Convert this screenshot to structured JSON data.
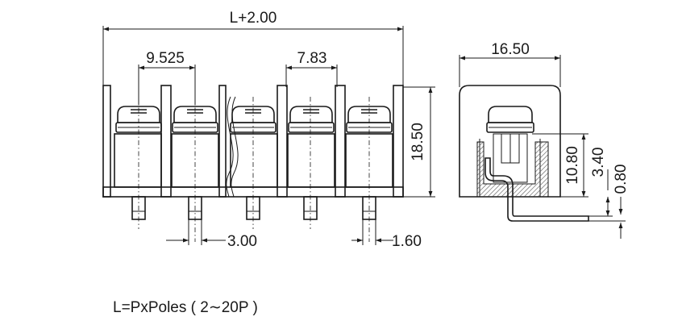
{
  "dimensions": {
    "overall_length": "L+2.00",
    "pitch": "9.525",
    "barrier_gap": "7.83",
    "height": "18.50",
    "pin_pitch": "3.00",
    "pin_width": "1.60",
    "side_width": "16.50",
    "inner_height": "10.80",
    "pin_offset": "3.40",
    "pin_thickness": "0.80"
  },
  "note": "L=PxPoles ( 2∼20P )",
  "colors": {
    "line": "#1a1a1a",
    "hatch": "#555555",
    "background": "#ffffff"
  }
}
